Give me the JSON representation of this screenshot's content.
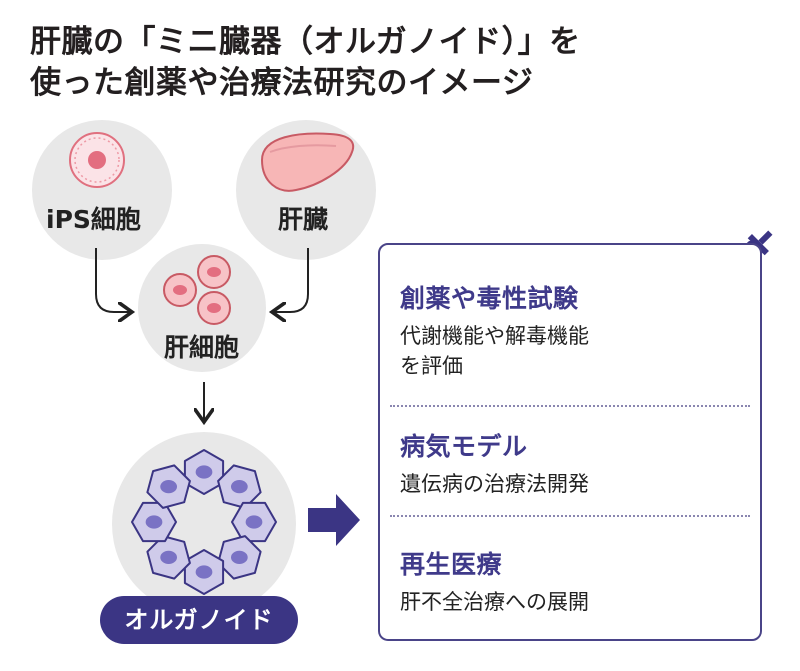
{
  "title": {
    "line1": "肝臓の「ミニ臓器（オルガノイド）」を",
    "line2": "使った創薬や治療法研究のイメージ"
  },
  "sources": [
    {
      "label": "iPS細胞",
      "icon": "ips-cell-icon"
    },
    {
      "label": "肝臓",
      "icon": "liver-icon"
    }
  ],
  "intermediate": {
    "label": "肝細胞",
    "icon": "hepatocytes-icon"
  },
  "result": {
    "label": "オルガノイド",
    "icon": "organoid-icon"
  },
  "applications": [
    {
      "title": "創薬や毒性試験",
      "desc": "代謝機能や解毒機能を評価",
      "desc_lines": [
        "代謝機能や解毒機能",
        "を評価"
      ],
      "icon": "syringe-organoid-icon"
    },
    {
      "title": "病気モデル",
      "desc": "遺伝病の治療法開発",
      "desc_lines": [
        "遺伝病の治療法開発"
      ],
      "icon": "dna-scissors-icon"
    },
    {
      "title": "再生医療",
      "desc": "肝不全治療への展開",
      "desc_lines": [
        "肝不全治療への展開"
      ],
      "icon": "liver-transplant-icon"
    }
  ],
  "colors": {
    "accent": "#3b3584",
    "circle_bg": "#e8e8e8",
    "cell_pink": "#f4b8c0",
    "cell_purple": "#c8c4e4"
  }
}
